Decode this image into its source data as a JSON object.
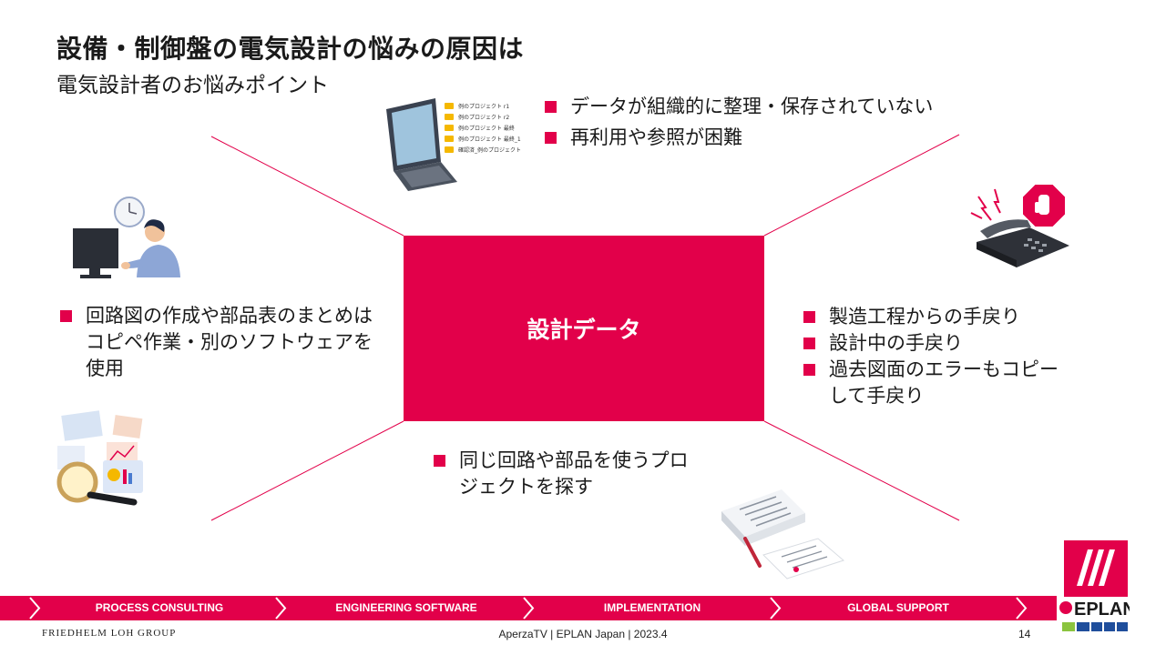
{
  "header": {
    "title": "設備・制御盤の電気設計の悩みの原因は",
    "subtitle": "電気設計者のお悩みポイント"
  },
  "center": {
    "label": "設計データ"
  },
  "top_points": [
    "データが組織的に整理・保存されていない",
    "再利用や参照が困難"
  ],
  "left_points": [
    "回路図の作成や部品表のまとめはコピペ作業・別のソフトウェアを使用"
  ],
  "right_points": [
    "製造工程からの手戻り",
    "設計中の手戻り",
    "過去図面のエラーもコピーして手戻り"
  ],
  "bottom_points": [
    "同じ回路や部品を使うプロジェクトを探す"
  ],
  "laptop_files": [
    "例のプロジェクト r1",
    "例のプロジェクト r2",
    "例のプロジェクト 最終",
    "例のプロジェクト 最終_1",
    "確認済_例のプロジェクト"
  ],
  "footer": {
    "items": [
      "PROCESS CONSULTING",
      "ENGINEERING SOFTWARE",
      "IMPLEMENTATION",
      "GLOBAL SUPPORT"
    ],
    "group": "FRIEDHELM LOH GROUP",
    "credit": "AperzaTV | EPLAN Japan | 2023.4",
    "page": "14",
    "logo_text": "EPLAN"
  },
  "colors": {
    "accent": "#e2004a",
    "logo_blue": "#1f4e9c"
  },
  "icons": [
    "laptop-folders-illustration",
    "engineer-computer-illustration",
    "alarm-phone-stop-illustration",
    "documents-magnifier-illustration",
    "paper-pen-illustration"
  ]
}
